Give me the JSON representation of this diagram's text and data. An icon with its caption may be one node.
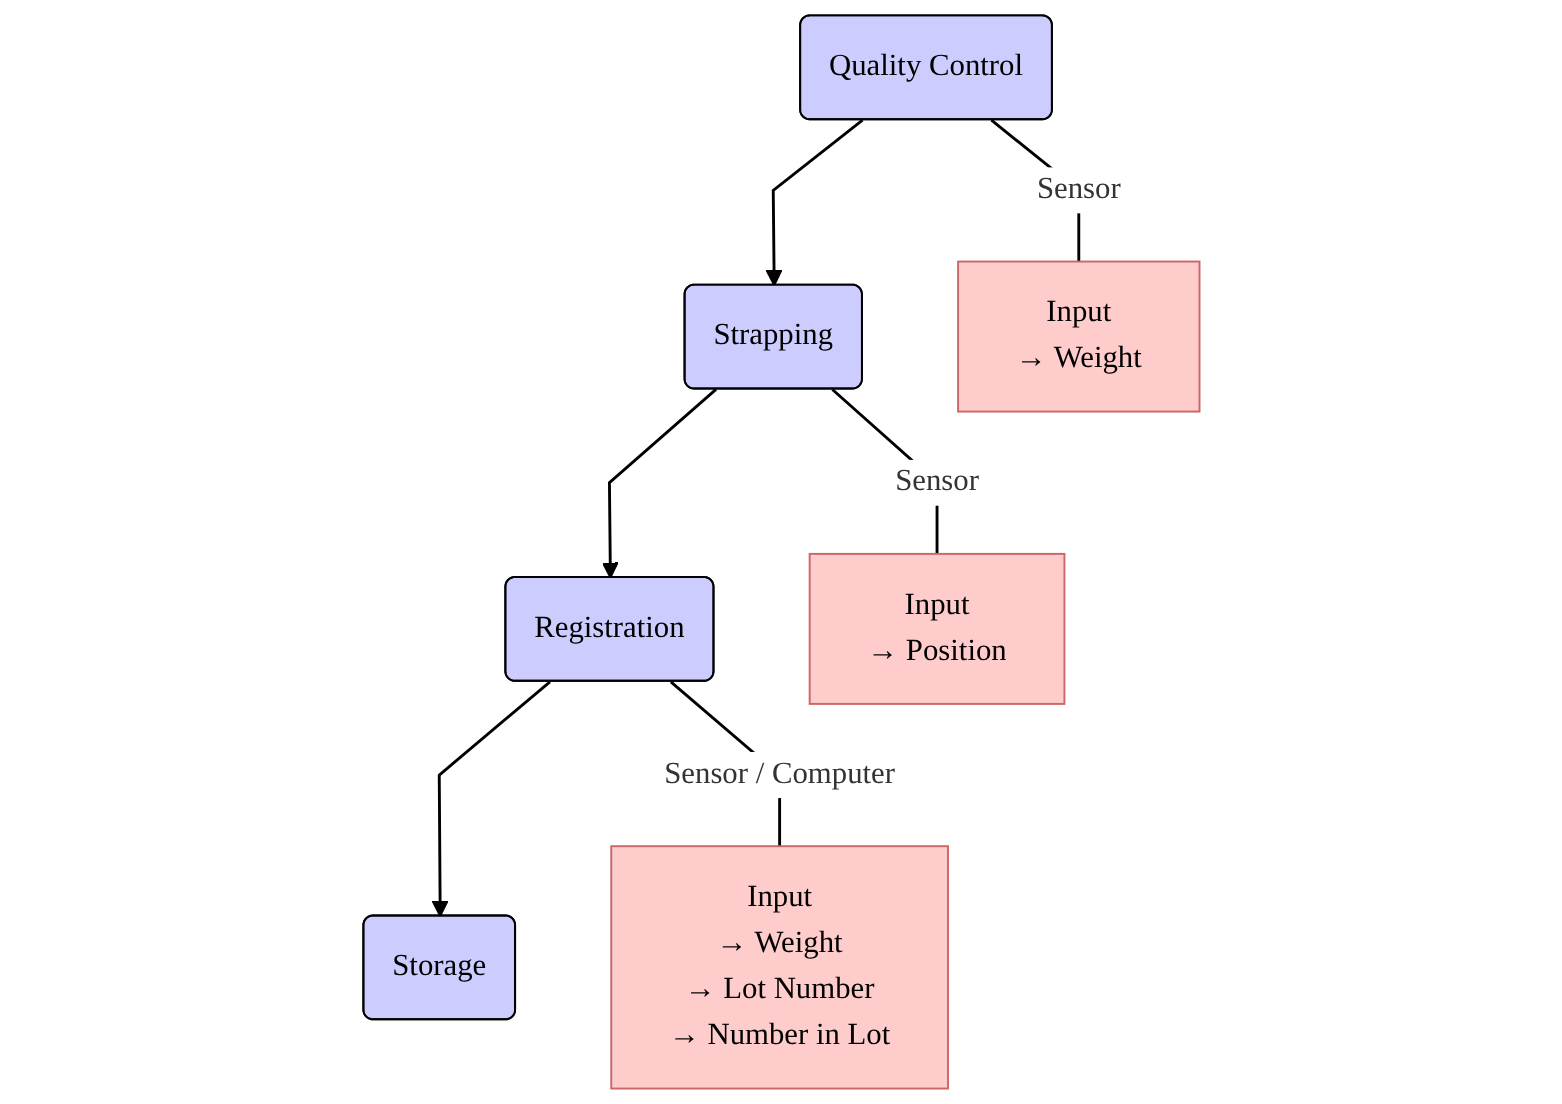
{
  "diagram": {
    "nodes": [
      {
        "text": [
          "Quality Control"
        ]
      },
      {
        "text": [
          "Strapping"
        ]
      },
      {
        "text": [
          "Registration"
        ]
      },
      {
        "text": [
          "Storage"
        ]
      },
      {
        "text": [
          "Input",
          "→ Weight"
        ]
      },
      {
        "text": [
          "Input",
          "→ Position"
        ]
      },
      {
        "text": [
          "Input",
          "→ Weight",
          "→ Lot Number",
          "→ Number in Lot"
        ]
      }
    ],
    "edges": [
      {
        "from": 0,
        "to": 1,
        "arrow": "to"
      },
      {
        "from": 1,
        "to": 2,
        "arrow": "to"
      },
      {
        "from": 2,
        "to": 3,
        "arrow": "to"
      },
      {
        "from": 0,
        "to": 4,
        "arrow": "none",
        "label": "Sensor"
      },
      {
        "from": 1,
        "to": 5,
        "arrow": "none",
        "label": "Sensor"
      },
      {
        "from": 2,
        "to": 6,
        "arrow": "none",
        "label": "Sensor / Computer"
      }
    ]
  }
}
